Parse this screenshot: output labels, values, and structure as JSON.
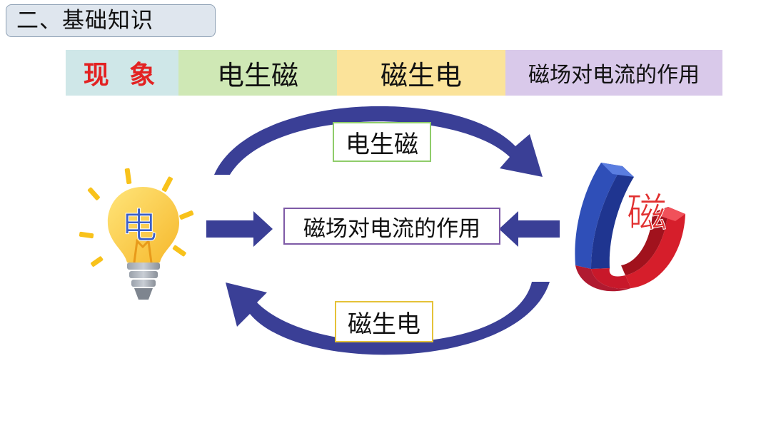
{
  "section_title": "二、基础知识",
  "header": {
    "cells": [
      {
        "label": "现 象",
        "bg": "#cfe7e8",
        "color": "#e32222"
      },
      {
        "label": "电生磁",
        "bg": "#cfe8b5",
        "color": "#111111"
      },
      {
        "label": "磁生电",
        "bg": "#fbe39a",
        "color": "#111111"
      },
      {
        "label": "磁场对电流的作用",
        "bg": "#d9c9ea",
        "color": "#111111"
      }
    ]
  },
  "diagram": {
    "top_label": "电生磁",
    "middle_label": "磁场对电流的作用",
    "bottom_label": "磁生电",
    "left_char": "电",
    "right_char": "磁",
    "arrow_color": "#3a3f96"
  },
  "icons": {
    "bulb": "light-bulb-icon",
    "magnet": "horseshoe-magnet-icon"
  }
}
